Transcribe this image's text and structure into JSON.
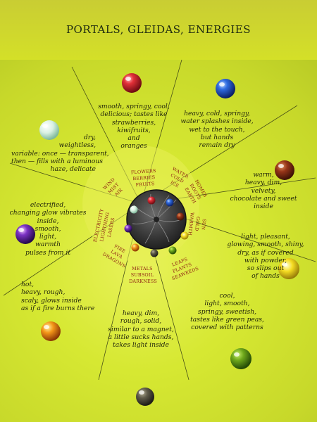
{
  "title": "PORTALS, GLEIDAS, ENERGIES",
  "wheel_labels": [
    {
      "lines": [
        "FLOWERS",
        "BERRIES",
        "FRUITS"
      ]
    },
    {
      "lines": [
        "WATER",
        "COLD",
        "ICE"
      ]
    },
    {
      "lines": [
        "HOMES",
        "ROOTS",
        "EARTH"
      ]
    },
    {
      "lines": [
        "SUN",
        "GOLD",
        "WARMTH"
      ]
    },
    {
      "lines": [
        "LEAFS",
        "PLANTS",
        "SEAWEEDS"
      ]
    },
    {
      "lines": [
        "METALS",
        "SUBSOIL",
        "DARKNESS"
      ]
    },
    {
      "lines": [
        "FIRE",
        "LAVA",
        "DRAGONS"
      ]
    },
    {
      "lines": [
        "ELECTRICITY",
        "LIGHTNING",
        "LASERS"
      ]
    },
    {
      "lines": [
        "WIND",
        "MIST",
        "AIR"
      ]
    }
  ],
  "descriptions": {
    "red": "smooth, springy, cool,\ndelicious; tastes like\nstrawberries,\nkiwifruits,\nand\noranges",
    "blue": "heavy, cold, springy,\nwater splashes inside,\nwet to the touch,\nbut hands\nremain dry",
    "brown": "warm,\nheavy, dim,\nvelvety,\nchocolate and sweet\ninside",
    "yellow": "light, pleasant,\nglowing, smooth, shiny,\ndry, as if covered\nwith powder,\nso slips out\nof hands",
    "green": "cool,\nlight, smooth,\nspringy, sweetish,\ntastes like green peas,\ncovered with patterns",
    "dark": "heavy, dim,\nrough, solid,\nsimilar to a magnet,\na little sucks hands,\ntakes light inside",
    "orange": "hot,\nheavy, rough,\nscaly, glows inside\nas if a fire burns there",
    "purple": "electrified,\nchanging glow vibrates\ninside,\nsmooth,\nlight,\nwarmth\npulses from it",
    "white": "dry,\nweightless,\nvariable: once — transparent,\nthen — fills with a luminous\nhaze, delicate"
  },
  "colors": {
    "background": "#cde02a",
    "title_text": "#1e2a10",
    "sector_text": "#8c1d12",
    "wheel_dark": "#2b2b2b",
    "orb_red": "#d8242c",
    "orb_blue": "#2a5fd0",
    "orb_brown": "#8a2e16",
    "orb_yellow": "#f2d21a",
    "orb_green": "#6fa91c",
    "orb_dark": "#5a5546",
    "orb_orange": "#f08a12",
    "orb_purple": "#6a2ab0",
    "orb_white": "#dff3e6"
  },
  "icons": {
    "red": "red-orb-icon",
    "blue": "blue-orb-icon",
    "brown": "brown-orb-icon",
    "yellow": "yellow-orb-icon",
    "green": "green-orb-icon",
    "dark": "dark-orb-icon",
    "orange": "orange-orb-icon",
    "purple": "purple-orb-icon",
    "white": "white-orb-icon"
  }
}
